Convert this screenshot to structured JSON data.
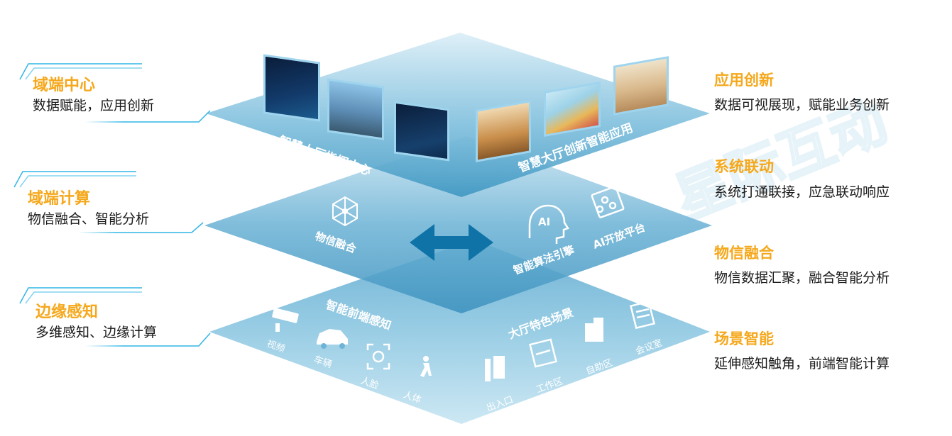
{
  "left_labels": [
    {
      "title": "域端中心",
      "subtitle": "数据赋能，应用创新"
    },
    {
      "title": "域端计算",
      "subtitle": "物信融合、智能分析"
    },
    {
      "title": "边缘感知",
      "subtitle": "多维感知、边缘计算"
    }
  ],
  "right_labels": [
    {
      "title": "应用创新",
      "subtitle": "数据可视展现，赋能业务创新"
    },
    {
      "title": "系统联动",
      "subtitle": "系统打通联接，应急联动响应"
    },
    {
      "title": "物信融合",
      "subtitle": "物信数据汇聚，融合智能分析"
    },
    {
      "title": "场景智能",
      "subtitle": "延伸感知触角，前端智能计算"
    }
  ],
  "top_layer": {
    "left_label": "智慧大厅指挥中心",
    "right_label": "智慧大厅创新智能应用"
  },
  "middle_layer": {
    "left_label": "物信融合",
    "mid_label": "智能算法引擎",
    "right_label": "AI开放平台",
    "ai_badge": "AI"
  },
  "bottom_layer": {
    "left_label": "智能前端感知",
    "right_label": "大厅特色场景",
    "left_icons": [
      "视频",
      "车辆",
      "人脸",
      "人体"
    ],
    "right_icons": [
      "出入口",
      "工作区",
      "自助区",
      "会议室"
    ]
  },
  "colors": {
    "accent_orange": "#f5a81c",
    "plane_blue": "#5aa9cc",
    "arrow_blue": "#0f73a8",
    "line_cyan": "#31b6e6"
  }
}
